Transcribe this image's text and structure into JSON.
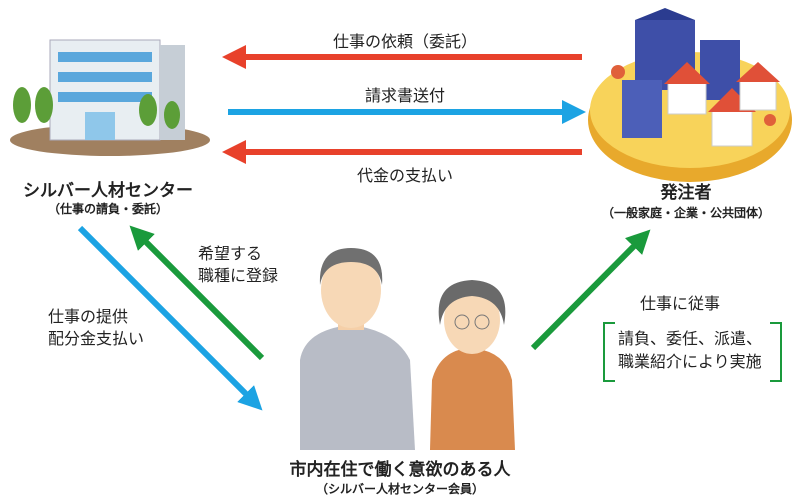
{
  "arrows": {
    "request": "仕事の依頼（委託）",
    "invoice": "請求書送付",
    "payment": "代金の支払い"
  },
  "center": {
    "name": "シルバー人材センター",
    "sub": "（仕事の請負・委託）"
  },
  "client": {
    "name": "発注者",
    "sub": "（一般家庭・企業・公共団体）"
  },
  "register": {
    "line1": "希望する",
    "line2": "職種に登録"
  },
  "provide": {
    "line1": "仕事の提供",
    "line2": "配分金支払い"
  },
  "work": {
    "title": "仕事に従事",
    "line1": "請負、委任、派遣、",
    "line2": "職業紹介により実施"
  },
  "members": {
    "name": "市内在住で働く意欲のある人",
    "sub": "（シルバー人材センター会員）"
  },
  "colors": {
    "red": "#e8412b",
    "blue": "#1ca3e3",
    "green": "#1a9a3c"
  }
}
